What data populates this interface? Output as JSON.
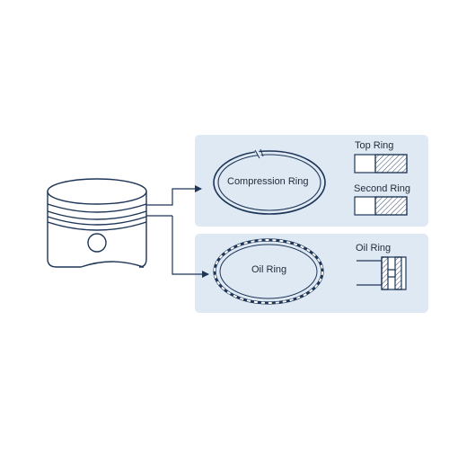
{
  "colors": {
    "panel": "#dfe9f4",
    "outline": "#1d3557",
    "accent": "#2a6fb8",
    "background": "#ffffff"
  },
  "diagram": {
    "compression_ring": {
      "label": "Compression Ring"
    },
    "top_ring": {
      "label": "Top Ring"
    },
    "second_ring": {
      "label": "Second Ring"
    },
    "oil_ring": {
      "label": "Oil Ring"
    },
    "oil_ring_section": {
      "label": "Oil Ring"
    }
  },
  "icons": [
    "piston-icon",
    "arrow-icon",
    "ring-icon",
    "cross-section-icon"
  ]
}
